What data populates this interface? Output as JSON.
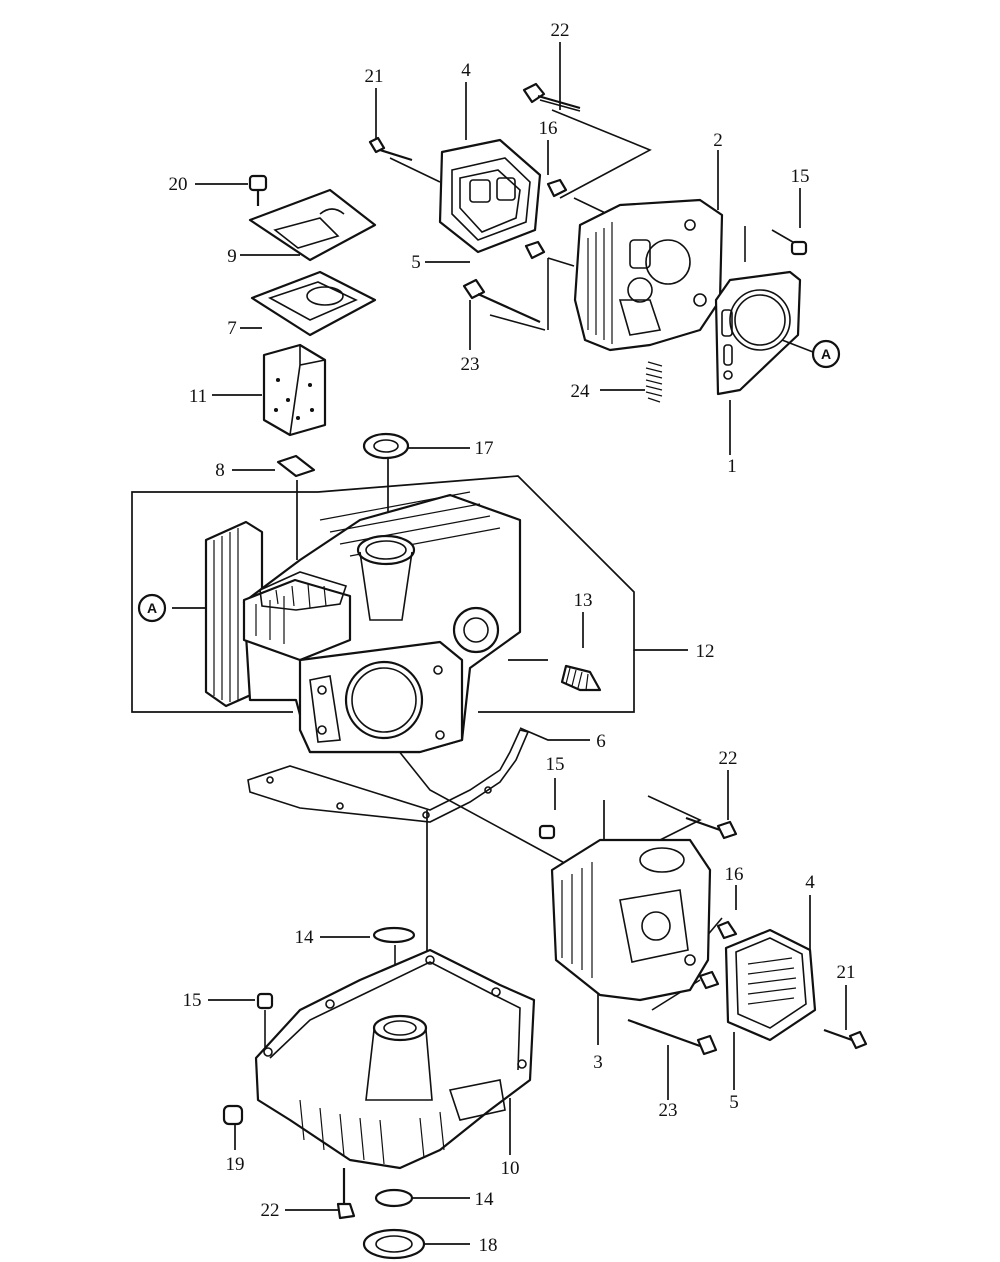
{
  "callouts": {
    "c22_top": "22",
    "c21_top": "21",
    "c4_top": "4",
    "c16_top": "16",
    "c2": "2",
    "c15_top": "15",
    "c20": "20",
    "c9": "9",
    "c5_top": "5",
    "c7": "7",
    "c23_top": "23",
    "c24": "24",
    "c1": "1",
    "c11": "11",
    "c17": "17",
    "c8": "8",
    "c13": "13",
    "c12": "12",
    "c6": "6",
    "c15_mid": "15",
    "c22_right": "22",
    "c16_right": "16",
    "c4_right": "4",
    "c14_top": "14",
    "c21_right": "21",
    "c15_left": "15",
    "c3": "3",
    "c23_bottom": "23",
    "c5_bottom": "5",
    "c10": "10",
    "c19": "19",
    "c14_bottom": "14",
    "c22_bottom": "22",
    "c18": "18"
  },
  "reference_marks": {
    "a_right": "A",
    "a_left": "A"
  }
}
